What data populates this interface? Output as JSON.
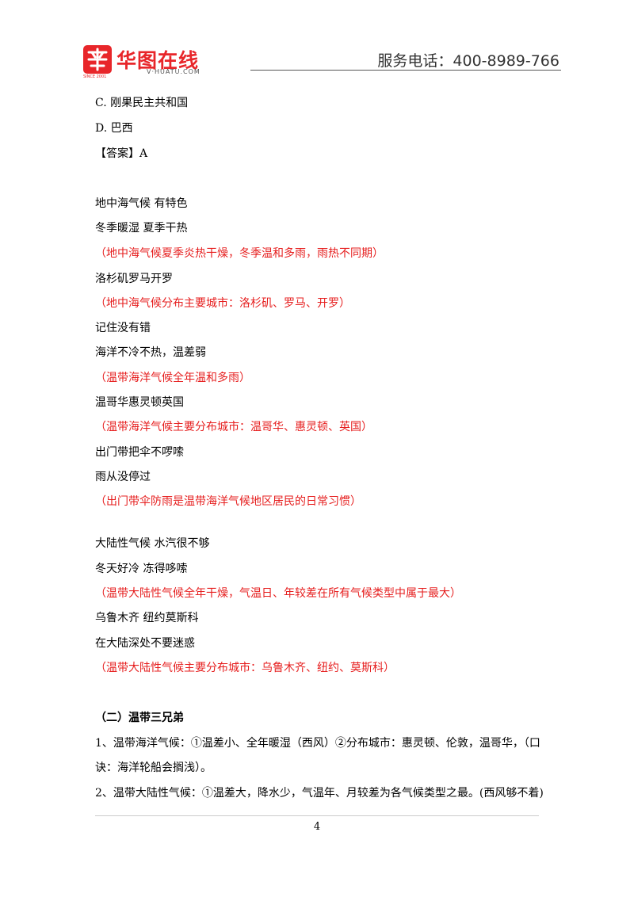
{
  "header": {
    "logo_name": "华图在线",
    "logo_url": "V·HUATU.COM",
    "logo_since": "SINCE 2001",
    "hotline": "服务电话：400-8989-766"
  },
  "lines": [
    "C. 刚果民主共和国",
    "D. 巴西",
    "【答案】A",
    "地中海气候 有特色",
    "冬季暖湿 夏季干热",
    "（地中海气候夏季炎热干燥，冬季温和多雨，雨热不同期）",
    "洛杉矶罗马开罗",
    "（地中海气候分布主要城市：洛杉矶、罗马、开罗）",
    "记住没有错",
    "海洋不冷不热，温差弱",
    "（温带海洋气候全年温和多雨）",
    "温哥华惠灵顿英国",
    "（温带海洋气候主要分布城市：温哥华、惠灵顿、英国）",
    "出门带把伞不啰嗦",
    "雨从没停过",
    "（出门带伞防雨是温带海洋气候地区居民的日常习惯）",
    "大陆性气候 水汽很不够",
    "冬天好冷 冻得哆嗦",
    "（温带大陆性气候全年干燥，气温日、年较差在所有气候类型中属于最大）",
    "乌鲁木齐 纽约莫斯科",
    "在大陆深处不要迷惑",
    "（温带大陆性气候主要分布城市：乌鲁木齐、纽约、莫斯科）",
    "（二）温带三兄弟",
    "1、温带海洋气候：①温差小、全年暖湿（西风）②分布城市：惠灵顿、伦敦，温哥华，（口",
    "诀：海洋轮船会搁浅）。",
    "2、温带大陆性气候：①温差大，降水少，气温年、月较差为各气候类型之最。(西风够不着)"
  ],
  "footer": {
    "page_number": "4"
  },
  "colors": {
    "annotation_red": "#e61e1e",
    "brand_red": "#e8262a"
  }
}
